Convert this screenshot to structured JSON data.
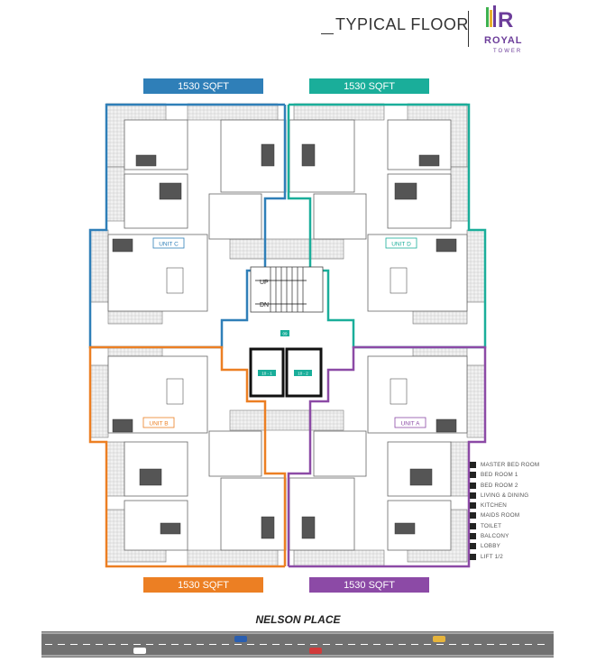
{
  "title": "TYPICAL FLOOR",
  "logo": {
    "word": "ROYAL",
    "sub": "TOWER",
    "monogram": "R"
  },
  "colors": {
    "unit_c": "#2f7fb8",
    "unit_d": "#1aae9a",
    "unit_b": "#ec7f23",
    "unit_a": "#8c4aa6",
    "core": "#111111"
  },
  "banners": {
    "top_left": "1530 SQFT",
    "top_right": "1530 SQFT",
    "bottom_left": "1530 SQFT",
    "bottom_right": "1530 SQFT"
  },
  "units": {
    "c": "UNIT C",
    "d": "UNIT D",
    "b": "UNIT B",
    "a": "UNIT A"
  },
  "core_labels": {
    "up": "UP",
    "dn": "DN",
    "lift1": "10 - 1",
    "lift2": "10 - 2",
    "lobby": "09"
  },
  "legend": [
    {
      "code": "01",
      "label": "MASTER BED ROOM"
    },
    {
      "code": "02",
      "label": "BED ROOM  1"
    },
    {
      "code": "03",
      "label": "BED ROOM  2"
    },
    {
      "code": "04",
      "label": "LIVING & DINING"
    },
    {
      "code": "05",
      "label": "KITCHEN"
    },
    {
      "code": "06",
      "label": "MAIDS ROOM"
    },
    {
      "code": "07",
      "label": "TOILET"
    },
    {
      "code": "08",
      "label": "BALCONY"
    },
    {
      "code": "09",
      "label": "LOBBY"
    },
    {
      "code": "10",
      "label": "LIFT 1/2"
    }
  ],
  "street": "NELSON PLACE",
  "cars": [
    {
      "color": "#2b5fb0"
    },
    {
      "color": "#e6b43c"
    },
    {
      "color": "#ffffff"
    },
    {
      "color": "#d23b3b"
    }
  ]
}
